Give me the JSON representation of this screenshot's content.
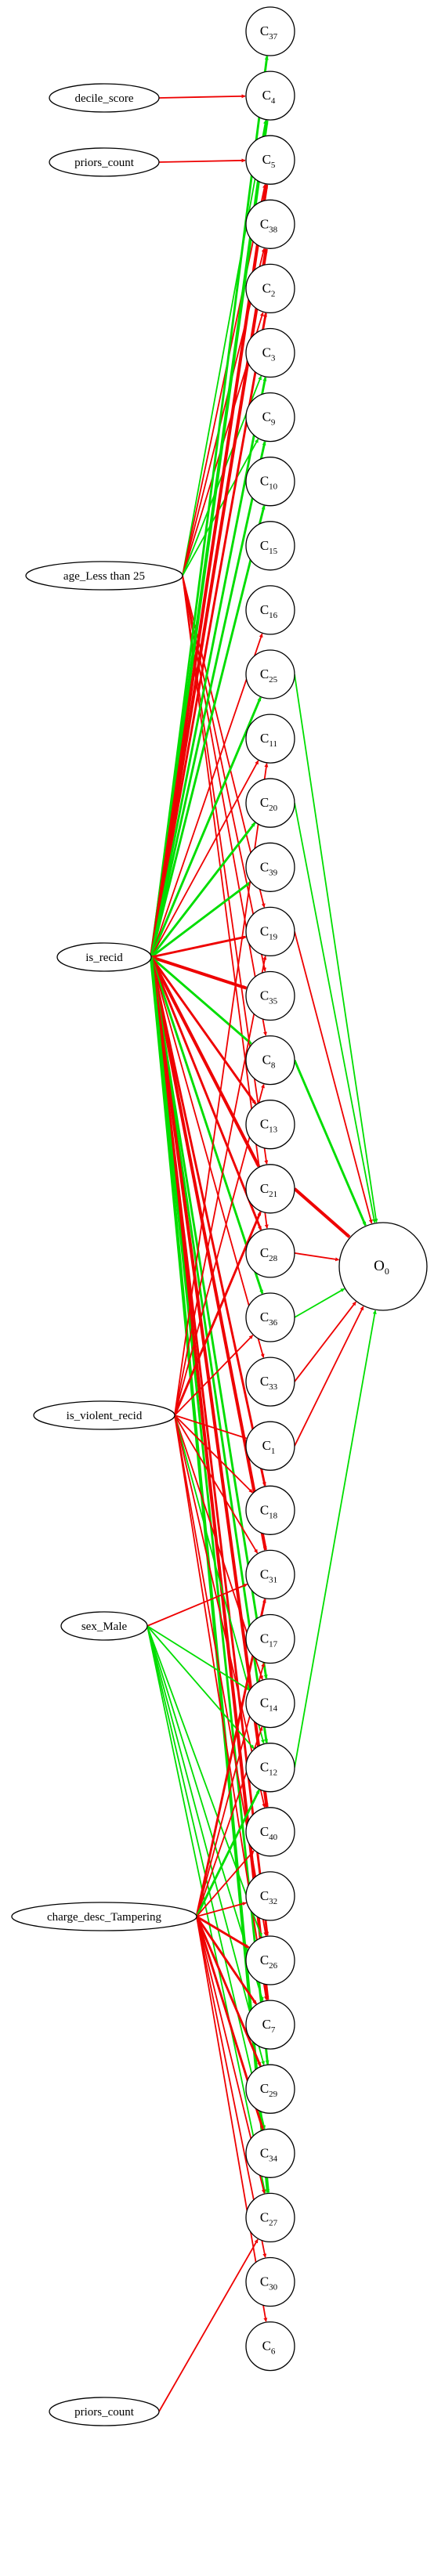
{
  "colors": {
    "positive": "#00dd00",
    "negative": "#ee0000"
  },
  "input_nodes": [
    {
      "id": "in_decile_score",
      "label": "decile_score"
    },
    {
      "id": "in_priors_count_top",
      "label": "priors_count"
    },
    {
      "id": "in_age_lt25",
      "label": "age_Less than 25"
    },
    {
      "id": "in_is_recid",
      "label": "is_recid"
    },
    {
      "id": "in_is_violent_recid",
      "label": "is_violent_recid"
    },
    {
      "id": "in_sex_male",
      "label": "sex_Male"
    },
    {
      "id": "in_charge_tampering",
      "label": "charge_desc_Tampering"
    },
    {
      "id": "in_priors_count_bottom",
      "label": "priors_count"
    }
  ],
  "hidden_nodes": [
    {
      "id": "C37",
      "base": "C",
      "sub": "37"
    },
    {
      "id": "C4",
      "base": "C",
      "sub": "4"
    },
    {
      "id": "C5",
      "base": "C",
      "sub": "5"
    },
    {
      "id": "C38",
      "base": "C",
      "sub": "38"
    },
    {
      "id": "C2",
      "base": "C",
      "sub": "2"
    },
    {
      "id": "C3",
      "base": "C",
      "sub": "3"
    },
    {
      "id": "C9",
      "base": "C",
      "sub": "9"
    },
    {
      "id": "C10",
      "base": "C",
      "sub": "10"
    },
    {
      "id": "C15",
      "base": "C",
      "sub": "15"
    },
    {
      "id": "C16",
      "base": "C",
      "sub": "16"
    },
    {
      "id": "C25",
      "base": "C",
      "sub": "25"
    },
    {
      "id": "C11",
      "base": "C",
      "sub": "11"
    },
    {
      "id": "C20",
      "base": "C",
      "sub": "20"
    },
    {
      "id": "C39",
      "base": "C",
      "sub": "39"
    },
    {
      "id": "C19",
      "base": "C",
      "sub": "19"
    },
    {
      "id": "C35",
      "base": "C",
      "sub": "35"
    },
    {
      "id": "C8",
      "base": "C",
      "sub": "8"
    },
    {
      "id": "C13",
      "base": "C",
      "sub": "13"
    },
    {
      "id": "C21",
      "base": "C",
      "sub": "21"
    },
    {
      "id": "C28",
      "base": "C",
      "sub": "28"
    },
    {
      "id": "C36",
      "base": "C",
      "sub": "36"
    },
    {
      "id": "C33",
      "base": "C",
      "sub": "33"
    },
    {
      "id": "C1",
      "base": "C",
      "sub": "1"
    },
    {
      "id": "C18",
      "base": "C",
      "sub": "18"
    },
    {
      "id": "C31",
      "base": "C",
      "sub": "31"
    },
    {
      "id": "C17",
      "base": "C",
      "sub": "17"
    },
    {
      "id": "C14",
      "base": "C",
      "sub": "14"
    },
    {
      "id": "C12",
      "base": "C",
      "sub": "12"
    },
    {
      "id": "C40",
      "base": "C",
      "sub": "40"
    },
    {
      "id": "C32",
      "base": "C",
      "sub": "32"
    },
    {
      "id": "C26",
      "base": "C",
      "sub": "26"
    },
    {
      "id": "C7",
      "base": "C",
      "sub": "7"
    },
    {
      "id": "C29",
      "base": "C",
      "sub": "29"
    },
    {
      "id": "C34",
      "base": "C",
      "sub": "34"
    },
    {
      "id": "C27",
      "base": "C",
      "sub": "27"
    },
    {
      "id": "C30",
      "base": "C",
      "sub": "30"
    },
    {
      "id": "C6",
      "base": "C",
      "sub": "6"
    }
  ],
  "output_node": {
    "id": "O0",
    "base": "O",
    "sub": "0"
  },
  "edges": [
    {
      "from": "in_decile_score",
      "to": "C4",
      "sign": "neg",
      "weight": 1
    },
    {
      "from": "in_priors_count_top",
      "to": "C5",
      "sign": "neg",
      "weight": 1
    },
    {
      "from": "in_age_lt25",
      "to": "C4",
      "sign": "pos",
      "weight": 1
    },
    {
      "from": "in_age_lt25",
      "to": "C5",
      "sign": "neg",
      "weight": 1
    },
    {
      "from": "in_age_lt25",
      "to": "C38",
      "sign": "neg",
      "weight": 1
    },
    {
      "from": "in_age_lt25",
      "to": "C2",
      "sign": "neg",
      "weight": 1
    },
    {
      "from": "in_age_lt25",
      "to": "C3",
      "sign": "pos",
      "weight": 1
    },
    {
      "from": "in_age_lt25",
      "to": "C9",
      "sign": "pos",
      "weight": 1
    },
    {
      "from": "in_age_lt25",
      "to": "C19",
      "sign": "neg",
      "weight": 1
    },
    {
      "from": "in_age_lt25",
      "to": "C35",
      "sign": "neg",
      "weight": 1
    },
    {
      "from": "in_age_lt25",
      "to": "C8",
      "sign": "neg",
      "weight": 1
    },
    {
      "from": "in_age_lt25",
      "to": "C21",
      "sign": "neg",
      "weight": 1
    },
    {
      "from": "in_age_lt25",
      "to": "C28",
      "sign": "neg",
      "weight": 1
    },
    {
      "from": "in_is_recid",
      "to": "C37",
      "sign": "pos",
      "weight": 2
    },
    {
      "from": "in_is_recid",
      "to": "C4",
      "sign": "pos",
      "weight": 3
    },
    {
      "from": "in_is_recid",
      "to": "C5",
      "sign": "neg",
      "weight": 3
    },
    {
      "from": "in_is_recid",
      "to": "C38",
      "sign": "neg",
      "weight": 3
    },
    {
      "from": "in_is_recid",
      "to": "C2",
      "sign": "neg",
      "weight": 2
    },
    {
      "from": "in_is_recid",
      "to": "C3",
      "sign": "pos",
      "weight": 2
    },
    {
      "from": "in_is_recid",
      "to": "C9",
      "sign": "pos",
      "weight": 2
    },
    {
      "from": "in_is_recid",
      "to": "C10",
      "sign": "pos",
      "weight": 2
    },
    {
      "from": "in_is_recid",
      "to": "C16",
      "sign": "neg",
      "weight": 1
    },
    {
      "from": "in_is_recid",
      "to": "C25",
      "sign": "pos",
      "weight": 2
    },
    {
      "from": "in_is_recid",
      "to": "C11",
      "sign": "neg",
      "weight": 1
    },
    {
      "from": "in_is_recid",
      "to": "C20",
      "sign": "pos",
      "weight": 2
    },
    {
      "from": "in_is_recid",
      "to": "C39",
      "sign": "pos",
      "weight": 2
    },
    {
      "from": "in_is_recid",
      "to": "C19",
      "sign": "neg",
      "weight": 2
    },
    {
      "from": "in_is_recid",
      "to": "C35",
      "sign": "neg",
      "weight": 3
    },
    {
      "from": "in_is_recid",
      "to": "C8",
      "sign": "pos",
      "weight": 2
    },
    {
      "from": "in_is_recid",
      "to": "C13",
      "sign": "neg",
      "weight": 2
    },
    {
      "from": "in_is_recid",
      "to": "C21",
      "sign": "neg",
      "weight": 3
    },
    {
      "from": "in_is_recid",
      "to": "C28",
      "sign": "neg",
      "weight": 2
    },
    {
      "from": "in_is_recid",
      "to": "C36",
      "sign": "pos",
      "weight": 2
    },
    {
      "from": "in_is_recid",
      "to": "C33",
      "sign": "neg",
      "weight": 1
    },
    {
      "from": "in_is_recid",
      "to": "C18",
      "sign": "neg",
      "weight": 2
    },
    {
      "from": "in_is_recid",
      "to": "C31",
      "sign": "neg",
      "weight": 3
    },
    {
      "from": "in_is_recid",
      "to": "C14",
      "sign": "pos",
      "weight": 2
    },
    {
      "from": "in_is_recid",
      "to": "C12",
      "sign": "pos",
      "weight": 2
    },
    {
      "from": "in_is_recid",
      "to": "C40",
      "sign": "neg",
      "weight": 3
    },
    {
      "from": "in_is_recid",
      "to": "C26",
      "sign": "neg",
      "weight": 2
    },
    {
      "from": "in_is_recid",
      "to": "C7",
      "sign": "neg",
      "weight": 3
    },
    {
      "from": "in_is_recid",
      "to": "C29",
      "sign": "pos",
      "weight": 2
    },
    {
      "from": "in_is_recid",
      "to": "C27",
      "sign": "pos",
      "weight": 3
    },
    {
      "from": "in_is_violent_recid",
      "to": "C11",
      "sign": "neg",
      "weight": 1
    },
    {
      "from": "in_is_violent_recid",
      "to": "C19",
      "sign": "neg",
      "weight": 1
    },
    {
      "from": "in_is_violent_recid",
      "to": "C8",
      "sign": "neg",
      "weight": 1
    },
    {
      "from": "in_is_violent_recid",
      "to": "C21",
      "sign": "neg",
      "weight": 2
    },
    {
      "from": "in_is_violent_recid",
      "to": "C36",
      "sign": "neg",
      "weight": 1
    },
    {
      "from": "in_is_violent_recid",
      "to": "C1",
      "sign": "neg",
      "weight": 1
    },
    {
      "from": "in_is_violent_recid",
      "to": "C18",
      "sign": "neg",
      "weight": 1
    },
    {
      "from": "in_is_violent_recid",
      "to": "C31",
      "sign": "neg",
      "weight": 1
    },
    {
      "from": "in_is_violent_recid",
      "to": "C14",
      "sign": "neg",
      "weight": 1
    },
    {
      "from": "in_is_violent_recid",
      "to": "C12",
      "sign": "pos",
      "weight": 1
    },
    {
      "from": "in_is_violent_recid",
      "to": "C40",
      "sign": "neg",
      "weight": 1
    },
    {
      "from": "in_is_violent_recid",
      "to": "C26",
      "sign": "neg",
      "weight": 1
    },
    {
      "from": "in_is_violent_recid",
      "to": "C7",
      "sign": "neg",
      "weight": 1
    },
    {
      "from": "in_sex_male",
      "to": "C31",
      "sign": "neg",
      "weight": 1
    },
    {
      "from": "in_sex_male",
      "to": "C14",
      "sign": "pos",
      "weight": 1
    },
    {
      "from": "in_sex_male",
      "to": "C12",
      "sign": "pos",
      "weight": 1
    },
    {
      "from": "in_sex_male",
      "to": "C26",
      "sign": "pos",
      "weight": 1
    },
    {
      "from": "in_sex_male",
      "to": "C7",
      "sign": "pos",
      "weight": 1
    },
    {
      "from": "in_sex_male",
      "to": "C29",
      "sign": "pos",
      "weight": 1
    },
    {
      "from": "in_sex_male",
      "to": "C34",
      "sign": "pos",
      "weight": 1
    },
    {
      "from": "in_sex_male",
      "to": "C27",
      "sign": "pos",
      "weight": 1
    },
    {
      "from": "in_charge_tampering",
      "to": "C31",
      "sign": "neg",
      "weight": 2
    },
    {
      "from": "in_charge_tampering",
      "to": "C17",
      "sign": "neg",
      "weight": 1
    },
    {
      "from": "in_charge_tampering",
      "to": "C14",
      "sign": "neg",
      "weight": 1
    },
    {
      "from": "in_charge_tampering",
      "to": "C12",
      "sign": "pos",
      "weight": 2
    },
    {
      "from": "in_charge_tampering",
      "to": "C40",
      "sign": "neg",
      "weight": 1
    },
    {
      "from": "in_charge_tampering",
      "to": "C32",
      "sign": "neg",
      "weight": 1
    },
    {
      "from": "in_charge_tampering",
      "to": "C26",
      "sign": "neg",
      "weight": 2
    },
    {
      "from": "in_charge_tampering",
      "to": "C7",
      "sign": "neg",
      "weight": 2
    },
    {
      "from": "in_charge_tampering",
      "to": "C29",
      "sign": "neg",
      "weight": 2
    },
    {
      "from": "in_charge_tampering",
      "to": "C34",
      "sign": "neg",
      "weight": 2
    },
    {
      "from": "in_charge_tampering",
      "to": "C27",
      "sign": "neg",
      "weight": 1
    },
    {
      "from": "in_charge_tampering",
      "to": "C30",
      "sign": "neg",
      "weight": 1
    },
    {
      "from": "in_charge_tampering",
      "to": "C6",
      "sign": "neg",
      "weight": 1
    },
    {
      "from": "in_priors_count_bottom",
      "to": "C27",
      "sign": "neg",
      "weight": 1
    },
    {
      "from": "C25",
      "to": "O0",
      "sign": "pos",
      "weight": 1
    },
    {
      "from": "C20",
      "to": "O0",
      "sign": "pos",
      "weight": 1
    },
    {
      "from": "C19",
      "to": "O0",
      "sign": "neg",
      "weight": 1
    },
    {
      "from": "C8",
      "to": "O0",
      "sign": "pos",
      "weight": 2
    },
    {
      "from": "C21",
      "to": "O0",
      "sign": "neg",
      "weight": 3
    },
    {
      "from": "C28",
      "to": "O0",
      "sign": "neg",
      "weight": 1
    },
    {
      "from": "C36",
      "to": "O0",
      "sign": "pos",
      "weight": 1
    },
    {
      "from": "C33",
      "to": "O0",
      "sign": "neg",
      "weight": 1
    },
    {
      "from": "C1",
      "to": "O0",
      "sign": "neg",
      "weight": 1
    },
    {
      "from": "C12",
      "to": "O0",
      "sign": "pos",
      "weight": 1
    }
  ]
}
